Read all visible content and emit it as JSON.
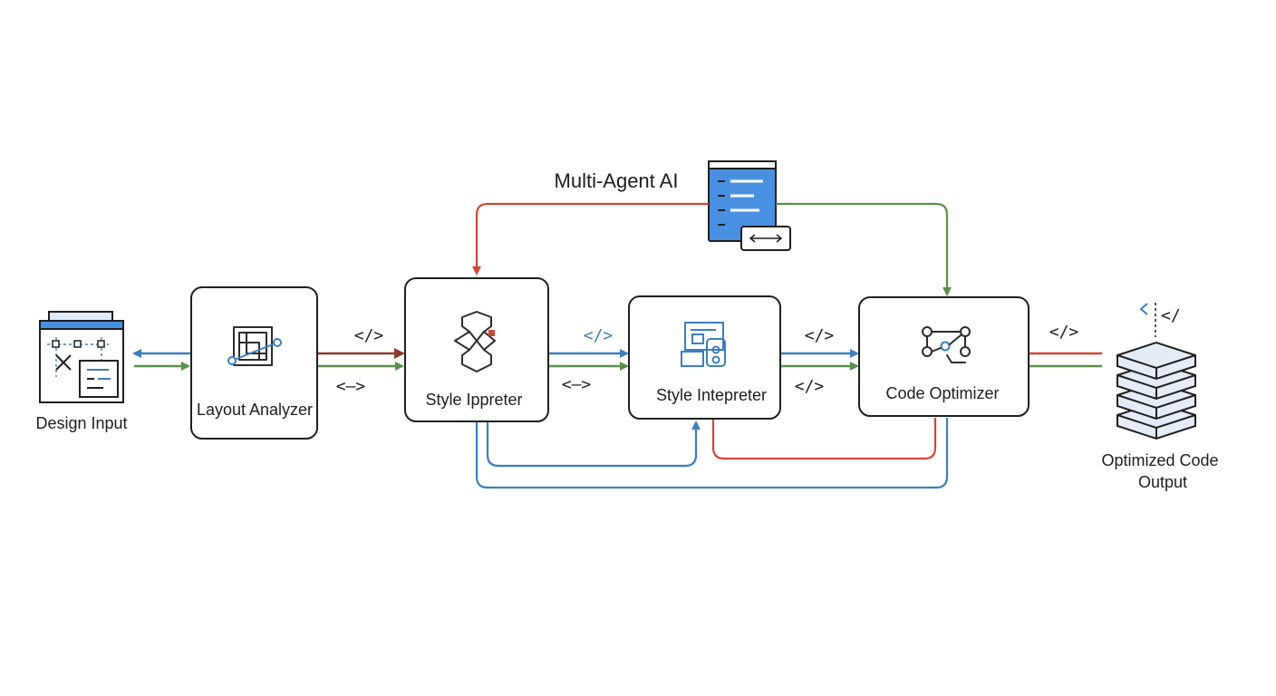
{
  "title": "Multi-Agent AI",
  "colors": {
    "red": "#d1463a",
    "green": "#5b8f4e",
    "blue": "#3b7fbe",
    "dark_red": "#8b3a2e",
    "icon_blue": "#4a90e2",
    "stroke": "#1f1f1f"
  },
  "nodes": {
    "design_input": {
      "label": "Design Input",
      "icon": "design-canvas-icon"
    },
    "layout_analyzer": {
      "label": "Layout Analyzer",
      "icon": "layout-grid-icon"
    },
    "style_interpreter_1": {
      "label": "Style Ippreter",
      "icon": "hexagon-agent-icon"
    },
    "style_interpreter_2": {
      "label": "Style Intepreter",
      "icon": "style-palette-icon"
    },
    "code_optimizer": {
      "label": "Code Optimizer",
      "icon": "node-graph-icon"
    },
    "output": {
      "label_line1": "Optimized Code",
      "label_line2": "Output",
      "icon": "server-stack-icon"
    }
  },
  "connectors": {
    "code_tag": "</>",
    "bi_arrow": "<–>",
    "output_tag": "</"
  }
}
